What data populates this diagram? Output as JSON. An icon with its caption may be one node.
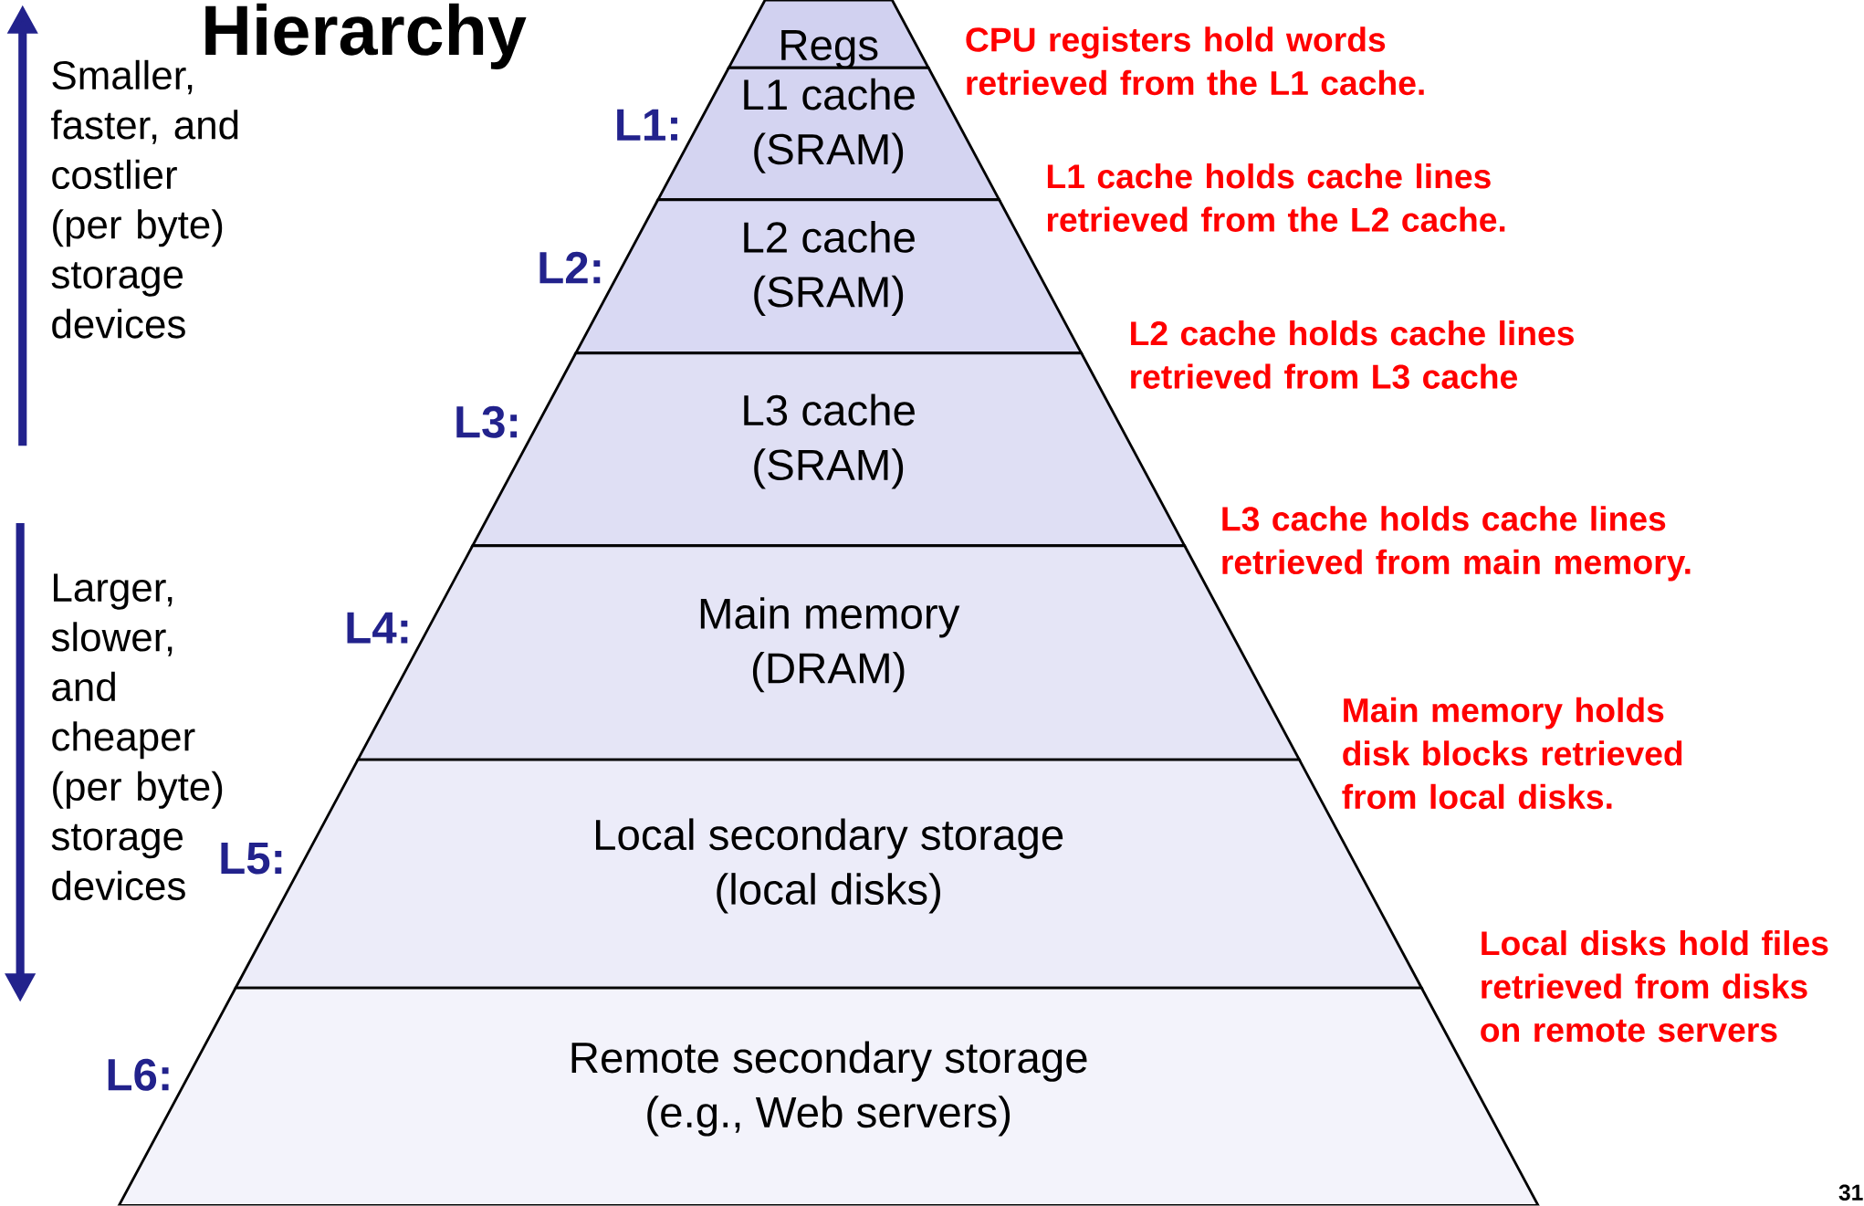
{
  "diagram": {
    "title": "Hierarchy",
    "nodes": [
      {
        "text": [
          "Regs"
        ]
      },
      {
        "text": [
          "L1 cache (SRAM)"
        ],
        "beside": [
          "L1:"
        ]
      },
      {
        "text": [
          "L2 cache (SRAM)"
        ],
        "beside": [
          "L2:"
        ]
      },
      {
        "text": [
          "L3 cache (SRAM)"
        ],
        "beside": [
          "L3:"
        ]
      },
      {
        "text": [
          "Main memory (DRAM)"
        ],
        "beside": [
          "L4:"
        ]
      },
      {
        "text": [
          "Local secondary storage (local disks)"
        ],
        "beside": [
          "L5:"
        ]
      },
      {
        "text": [
          "Remote secondary storage (e.g., Web servers)"
        ],
        "beside": [
          "L6:"
        ]
      }
    ],
    "edges": [],
    "labels": [
      "Smaller, faster, and costlier (per byte) storage devices",
      "CPU registers hold words retrieved from the L1 cache.",
      "L1 cache holds cache lines retrieved from the L2 cache.",
      "L2 cache holds cache lines retrieved from L3 cache",
      "L3 cache holds cache lines retrieved from main memory.",
      "Larger, slower, and cheaper (per byte) storage devices",
      "Main memory holds disk blocks retrieved from local disks.",
      "Local disks hold files retrieved from disks on remote servers",
      "31"
    ]
  }
}
